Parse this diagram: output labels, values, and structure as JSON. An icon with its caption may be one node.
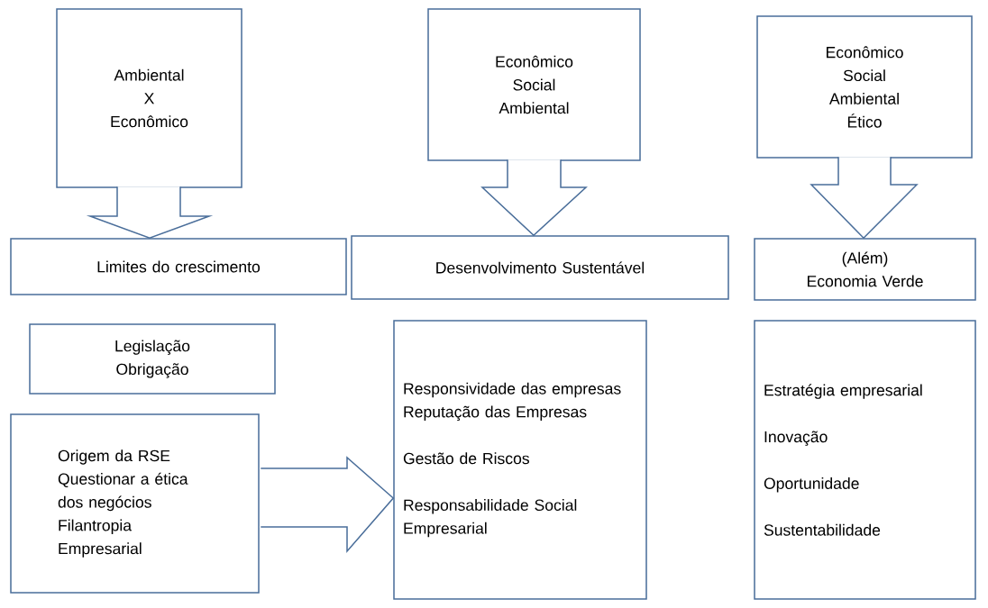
{
  "diagram": {
    "nodes": [
      {
        "text": [
          "Ambiental",
          "X",
          "Econômico"
        ]
      },
      {
        "text": [
          "Econômico",
          "Social",
          "Ambiental"
        ]
      },
      {
        "text": [
          "Econômico",
          "Social",
          "Ambiental",
          "Ético"
        ]
      },
      {
        "text": [
          "Limites do crescimento"
        ]
      },
      {
        "text": [
          "Desenvolvimento  Sustentável"
        ]
      },
      {
        "text": [
          "(Além)",
          "Economia Verde"
        ]
      },
      {
        "text": [
          "Legislação",
          "Obrigação"
        ]
      },
      {
        "text": [
          "Origem da RSE",
          "Questionar a ética dos negócios",
          "Filantropia Empresarial"
        ]
      },
      {
        "text": [
          "Responsividade das empresas",
          "Reputação das Empresas",
          "Gestão de Riscos",
          "Responsabilidade Social Empresarial"
        ]
      },
      {
        "text": [
          "Estratégia empresarial",
          "Inovação",
          "Oportunidade",
          "Sustentabilidade"
        ]
      }
    ],
    "edges": [
      {
        "from": 0,
        "to": 3,
        "arrow": "to"
      },
      {
        "from": 1,
        "to": 4,
        "arrow": "to"
      },
      {
        "from": 2,
        "to": 5,
        "arrow": "to"
      },
      {
        "from": 7,
        "to": 8,
        "arrow": "to"
      }
    ]
  }
}
